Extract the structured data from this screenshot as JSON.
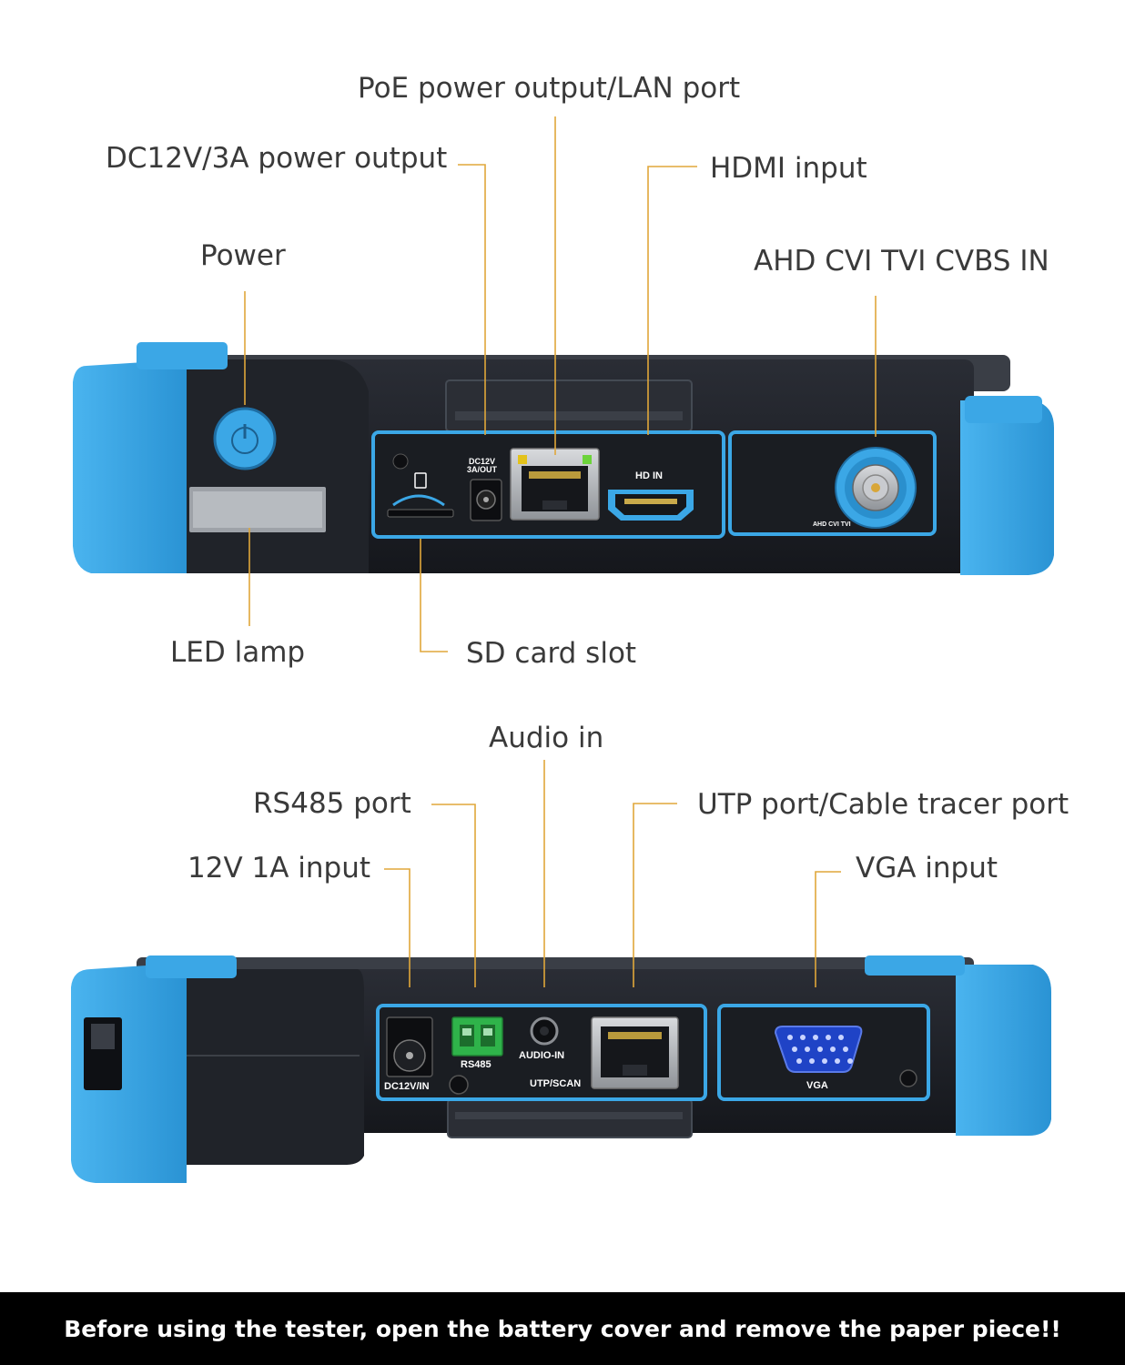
{
  "colors": {
    "accent_blue": "#3ba7e6",
    "leader_line": "#e0a73a",
    "body_dark": "#1d2027",
    "footer_bg": "#000000"
  },
  "top_view": {
    "callouts": {
      "poe_lan": "PoE power output/LAN port",
      "dc12v_out": "DC12V/3A power output",
      "hdmi": "HDMI input",
      "power": "Power",
      "ahd": "AHD CVI TVI CVBS IN",
      "led": "LED lamp",
      "sd": "SD card slot"
    },
    "port_labels": {
      "dc12v_out": "DC12V\n3A/OUT",
      "hdmi": "HD IN",
      "ahd": "AHD CVI TVI"
    },
    "icons": [
      "power-button-icon",
      "sd-card-icon",
      "rj45-port-icon",
      "hdmi-port-icon",
      "bnc-connector-icon"
    ]
  },
  "bottom_view": {
    "callouts": {
      "audio": "Audio in",
      "rs485": "RS485 port",
      "utp": "UTP port/Cable tracer port",
      "dcin": "12V 1A input",
      "vga": "VGA input"
    },
    "port_labels": {
      "dcin": "DC12V/IN",
      "rs485": "RS485",
      "audio": "AUDIO-IN",
      "utp": "UTP/SCAN",
      "vga": "VGA"
    },
    "icons": [
      "dc-jack-icon",
      "terminal-block-icon",
      "audio-jack-icon",
      "rj45-port-icon",
      "vga-port-icon"
    ]
  },
  "footer": {
    "notice": "Before using the tester, open the battery cover and remove the paper piece!!"
  }
}
